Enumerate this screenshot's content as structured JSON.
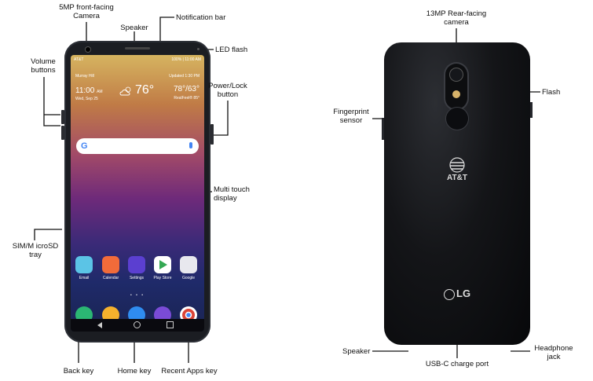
{
  "labels": {
    "front_camera": [
      "5MP front-facing",
      "Camera"
    ],
    "speaker_top": "Speaker",
    "notification_bar": "Notification bar",
    "led_flash": "LED flash",
    "volume_buttons": [
      "Volume",
      "buttons"
    ],
    "power_lock": [
      "Power/Lock",
      "button"
    ],
    "multi_touch": [
      "Multi touch",
      "display"
    ],
    "sim_tray": [
      "SIM/M icroSD",
      "tray"
    ],
    "back_key": "Back key",
    "home_key": "Home key",
    "recent_apps": "Recent Apps key",
    "rear_camera": [
      "13MP Rear-facing",
      "camera"
    ],
    "flash": "Flash",
    "fingerprint": [
      "Fingerprint",
      "sensor"
    ],
    "speaker_bottom": "Speaker",
    "usb_c": "USB-C charge port",
    "headphone": [
      "Headphone",
      "jack"
    ]
  },
  "screen": {
    "carrier": "AT&T",
    "status_right": "100% | 11:00 AM",
    "location": "Murray Hill",
    "updated": "Updated 1:30 PM",
    "time": "11:00",
    "ampm": "AM",
    "date": "Wed, Sep 25",
    "temp": "76°",
    "hilo": "78°/63°",
    "realfeel": "RealFeel® 85°",
    "apps": [
      "Email",
      "Calendar",
      "Settings",
      "Play Store",
      "Google"
    ],
    "dots": "• • •"
  },
  "back": {
    "brand": "AT&T",
    "maker": "LG"
  },
  "colors": {
    "phone_body": "#1b1d22",
    "flash": "#d7b36a",
    "email": "#5bc4e6",
    "calendar": "#f26b3a",
    "settings": "#5b3fd0",
    "playstore": "#ffffff",
    "google_folder": "#e8e8ee",
    "phone": "#2bb673",
    "messages": "#f5b12d",
    "camera": "#2f8cf0",
    "gallery": "#7a4bd6",
    "chrome": "#ffffff"
  }
}
